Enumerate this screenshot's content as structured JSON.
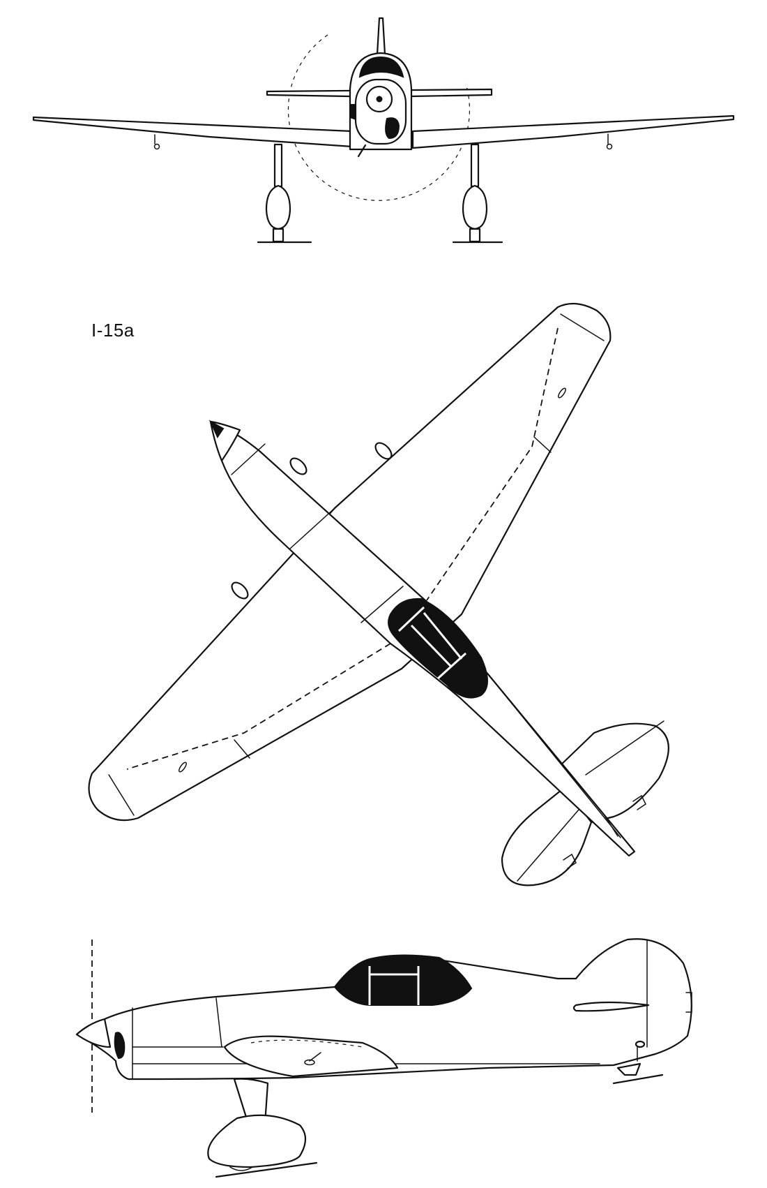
{
  "figure": {
    "model_label": "I-15a",
    "views": [
      "front-view",
      "top-view",
      "side-view"
    ]
  },
  "colors": {
    "ink": "#111111",
    "paper": "#ffffff"
  }
}
